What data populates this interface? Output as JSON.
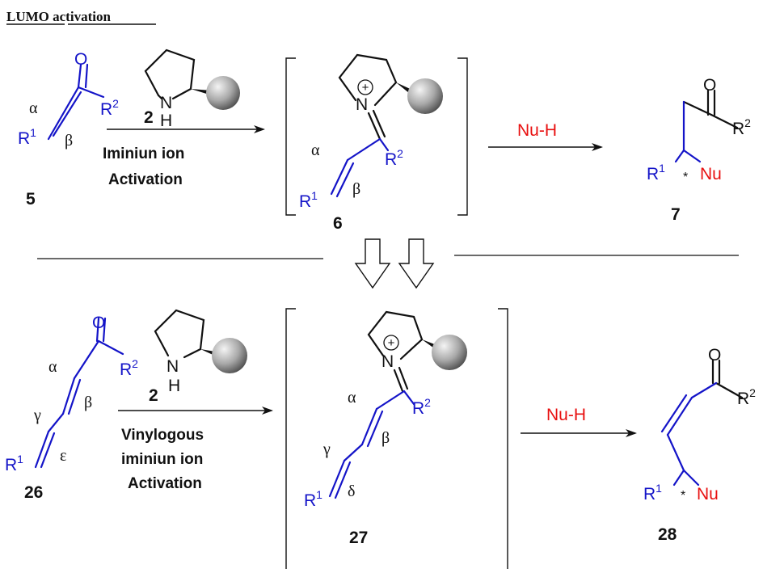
{
  "header": {
    "title": "LUMO activation"
  },
  "labels": {
    "O": "O",
    "N": "N",
    "H": "H",
    "R": "R",
    "sup1": "1",
    "sup2": "2",
    "plus": "+",
    "nuc": "Nu",
    "star": "*",
    "alpha": "α",
    "beta": "β",
    "gamma": "γ",
    "delta": "δ",
    "epsilon": "ε"
  },
  "top_row": {
    "reactant_number": "5",
    "catalyst_number": "2",
    "condition_line1": "Iminiun ion",
    "condition_line2": "Activation",
    "intermediate_number": "6",
    "reagent": "Nu-H",
    "product_number": "7"
  },
  "bottom_row": {
    "reactant_number": "26",
    "catalyst_number": "2",
    "condition_line1": "Vinylogous",
    "condition_line2": "iminiun ion",
    "condition_line3": "Activation",
    "intermediate_number": "27",
    "reagent": "Nu-H",
    "product_number": "28"
  },
  "colors": {
    "substrate": "#1414c8",
    "nucleophile": "#e81010",
    "catalyst": "#111111",
    "sphere_light": "#f2f2f2",
    "sphere_dark": "#5a5a5a"
  }
}
